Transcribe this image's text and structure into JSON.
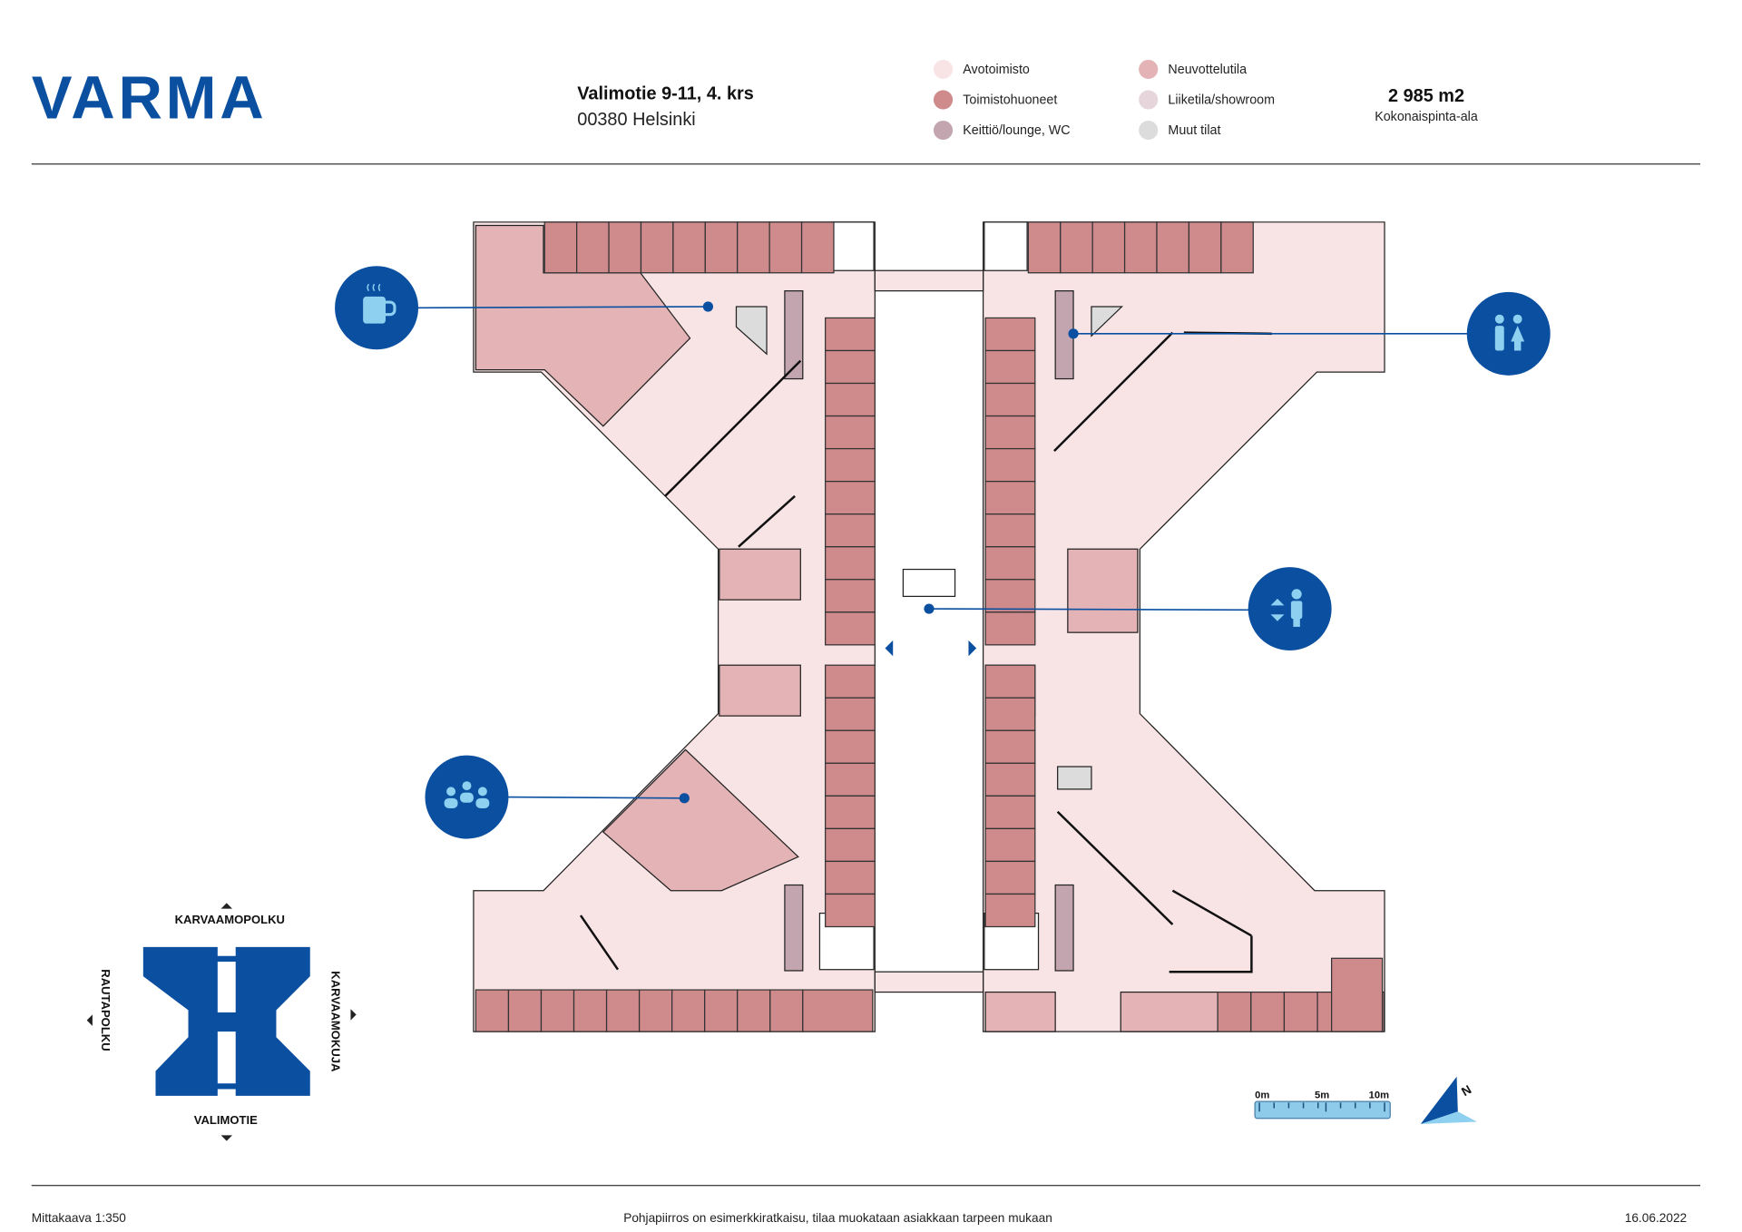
{
  "header": {
    "logo": "VARMA",
    "address_line1": "Valimotie 9-11, 4. krs",
    "address_line2": "00380 Helsinki",
    "area_value": "2 985 m2",
    "area_label": "Kokonaispinta-ala"
  },
  "legend": [
    {
      "label": "Avotoimisto",
      "color": "#f9e4e5"
    },
    {
      "label": "Toimistohuoneet",
      "color": "#cf8a8c"
    },
    {
      "label": "Keittiö/lounge, WC",
      "color": "#c3a5b0"
    },
    {
      "label": "Neuvottelutila",
      "color": "#e3b3b5"
    },
    {
      "label": "Liiketila/showroom",
      "color": "#e6d6db"
    },
    {
      "label": "Muut tilat",
      "color": "#dcdcdc"
    }
  ],
  "plan_icons": [
    {
      "name": "kitchen-coffee-icon"
    },
    {
      "name": "wc-icon"
    },
    {
      "name": "elevator-icon"
    },
    {
      "name": "meeting-icon"
    }
  ],
  "site_map": {
    "north": "KARVAAMOPOLKU",
    "south": "VALIMOTIE",
    "west": "RAUTAPOLKU",
    "east": "KARVAAMOKUJA"
  },
  "scale_bar": {
    "labels": [
      "0m",
      "5m",
      "10m"
    ],
    "north_label": "N"
  },
  "footer": {
    "scale": "Mittakaava 1:350",
    "note": "Pohjapiirros on esimerkkiratkaisu, tilaa muokataan asiakkaan tarpeen mukaan",
    "date": "16.06.2022"
  },
  "colors": {
    "brand": "#0a4fa0",
    "icon_light": "#8ed0f0"
  }
}
